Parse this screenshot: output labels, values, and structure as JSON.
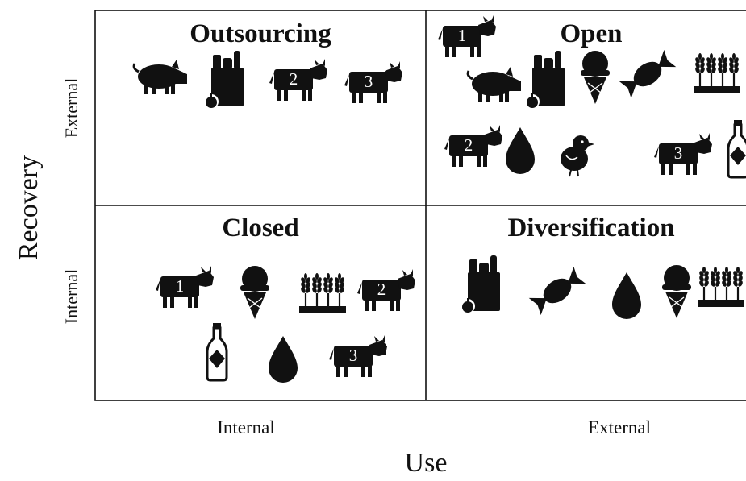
{
  "axes": {
    "x_title": "Use",
    "y_title": "Recovery",
    "x_ticks": [
      "Internal",
      "External"
    ],
    "y_ticks": [
      "External",
      "Internal"
    ]
  },
  "quadrants": [
    {
      "title": "Outsourcing",
      "recovery": "External",
      "use": "Internal",
      "icons": [
        {
          "icon": "pig-icon"
        },
        {
          "icon": "grocery-bag-icon"
        },
        {
          "icon": "cow-icon",
          "label": "2"
        },
        {
          "icon": "cow-icon",
          "label": "3"
        }
      ]
    },
    {
      "title": "Open",
      "recovery": "External",
      "use": "External",
      "icons": [
        {
          "icon": "cow-icon",
          "label": "1"
        },
        {
          "icon": "pig-icon"
        },
        {
          "icon": "grocery-bag-icon"
        },
        {
          "icon": "ice-cream-icon"
        },
        {
          "icon": "candy-icon"
        },
        {
          "icon": "wheat-field-icon"
        },
        {
          "icon": "cow-icon",
          "label": "2"
        },
        {
          "icon": "water-drop-icon"
        },
        {
          "icon": "chick-icon"
        },
        {
          "icon": "cow-icon",
          "label": "3"
        },
        {
          "icon": "bottle-icon"
        }
      ]
    },
    {
      "title": "Closed",
      "recovery": "Internal",
      "use": "Internal",
      "icons": [
        {
          "icon": "cow-icon",
          "label": "1"
        },
        {
          "icon": "ice-cream-icon"
        },
        {
          "icon": "wheat-field-icon"
        },
        {
          "icon": "cow-icon",
          "label": "2"
        },
        {
          "icon": "bottle-icon"
        },
        {
          "icon": "water-drop-icon"
        },
        {
          "icon": "cow-icon",
          "label": "3"
        }
      ]
    },
    {
      "title": "Diversification",
      "recovery": "Internal",
      "use": "External",
      "icons": [
        {
          "icon": "grocery-bag-icon"
        },
        {
          "icon": "candy-icon"
        },
        {
          "icon": "water-drop-icon"
        },
        {
          "icon": "ice-cream-icon"
        },
        {
          "icon": "wheat-field-icon"
        }
      ]
    }
  ]
}
